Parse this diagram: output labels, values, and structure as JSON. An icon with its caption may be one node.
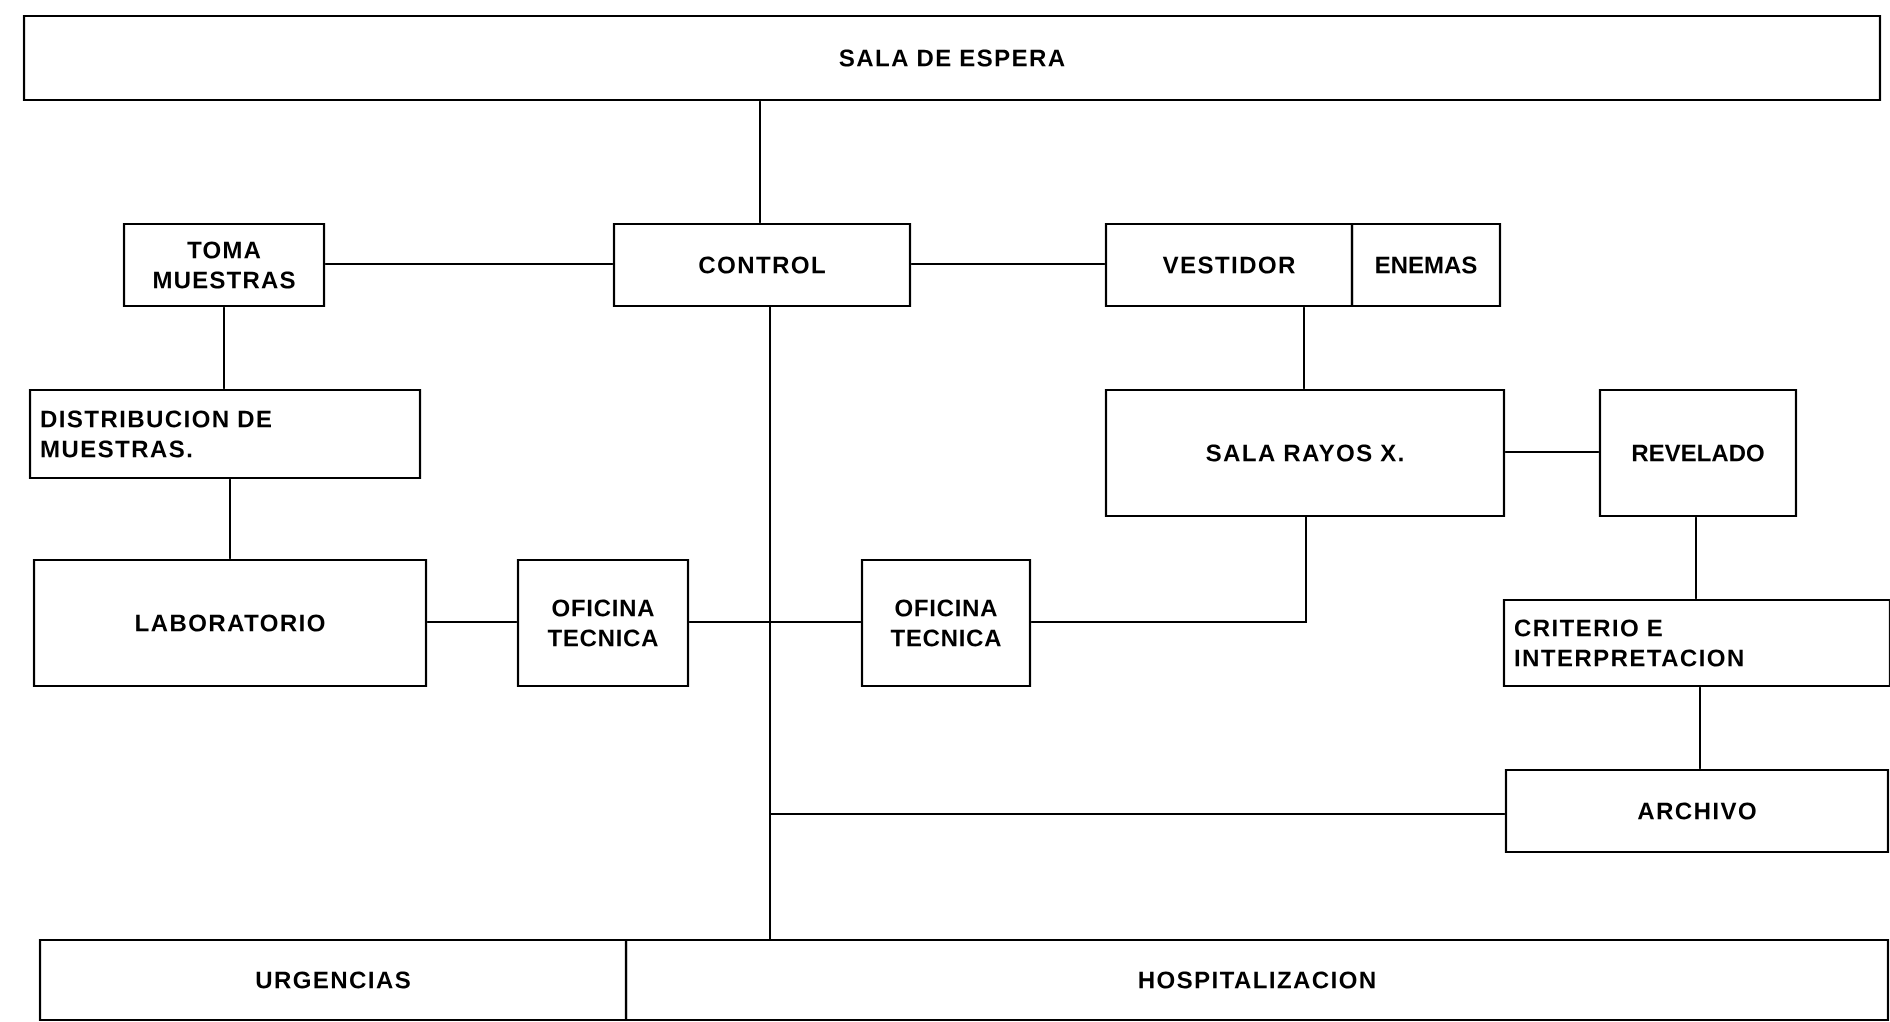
{
  "diagram": {
    "nodes": [
      {
        "text": [
          "SALA DE ESPERA"
        ]
      },
      {
        "text": [
          "TOMA MUESTRAS"
        ]
      },
      {
        "text": [
          "CONTROL"
        ]
      },
      {
        "text": [
          "VESTIDOR"
        ]
      },
      {
        "text": [
          "ENEMAS"
        ]
      },
      {
        "text": [
          "DISTRIBUCION DE MUESTRAS."
        ]
      },
      {
        "text": [
          "SALA RAYOS X."
        ]
      },
      {
        "text": [
          "REVELADO"
        ]
      },
      {
        "text": [
          "LABORATORIO"
        ]
      },
      {
        "text": [
          "OFICINA TECNICA"
        ]
      },
      {
        "text": [
          "OFICINA TECNICA"
        ]
      },
      {
        "text": [
          "CRITERIO E INTERPRETACION"
        ]
      },
      {
        "text": [
          "ARCHIVO"
        ]
      },
      {
        "text": [
          "URGENCIAS"
        ]
      },
      {
        "text": [
          "HOSPITALIZACION"
        ]
      }
    ],
    "edges": [
      {
        "from": 0,
        "to": 2,
        "arrow": "none"
      },
      {
        "from": 1,
        "to": 2,
        "arrow": "none"
      },
      {
        "from": 2,
        "to": 3,
        "arrow": "none"
      },
      {
        "from": 1,
        "to": 5,
        "arrow": "none"
      },
      {
        "from": 3,
        "to": 6,
        "arrow": "none"
      },
      {
        "from": 5,
        "to": 8,
        "arrow": "none"
      },
      {
        "from": 6,
        "to": 7,
        "arrow": "none"
      },
      {
        "from": 8,
        "to": 9,
        "arrow": "none"
      },
      {
        "from": 9,
        "to": 10,
        "arrow": "none"
      },
      {
        "from": 6,
        "to": 10,
        "arrow": "none"
      },
      {
        "from": 2,
        "to": 14,
        "arrow": "none"
      },
      {
        "from": 2,
        "to": 12,
        "arrow": "none"
      },
      {
        "from": 7,
        "to": 11,
        "arrow": "none"
      },
      {
        "from": 11,
        "to": 12,
        "arrow": "none"
      }
    ]
  }
}
